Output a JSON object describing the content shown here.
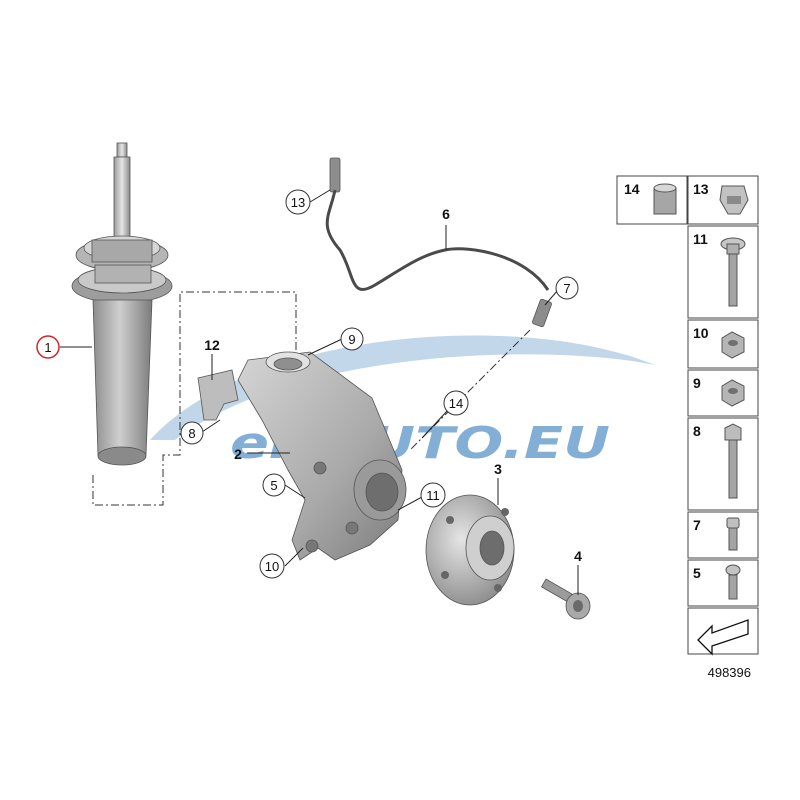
{
  "watermark": {
    "text": "eMAUTO.EU",
    "colors": {
      "blue": "#1f6fb5",
      "red": "#d0252b",
      "swoosh": "#8fb7d8"
    }
  },
  "diagram_number": "498396",
  "callouts": {
    "c1": "1",
    "c2": "2",
    "c3": "3",
    "c4": "4",
    "c5": "5",
    "c6": "6",
    "c7": "7",
    "c8": "8",
    "c9": "9",
    "c10": "10",
    "c11": "11",
    "c12": "12",
    "c13": "13",
    "c14": "14"
  },
  "highlight_color": "#d0252b",
  "legend": {
    "cells": [
      {
        "label": "14",
        "icon": "bushing-icon"
      },
      {
        "label": "13",
        "icon": "clip-icon"
      },
      {
        "label": "11",
        "icon": "flange-bolt-icon"
      },
      {
        "label": "10",
        "icon": "hex-nut-icon"
      },
      {
        "label": "9",
        "icon": "hex-nut-icon"
      },
      {
        "label": "8",
        "icon": "long-bolt-icon"
      },
      {
        "label": "7",
        "icon": "socket-screw-icon"
      },
      {
        "label": "5",
        "icon": "torx-screw-icon"
      }
    ],
    "arrow_icon": "arrow-icon"
  }
}
